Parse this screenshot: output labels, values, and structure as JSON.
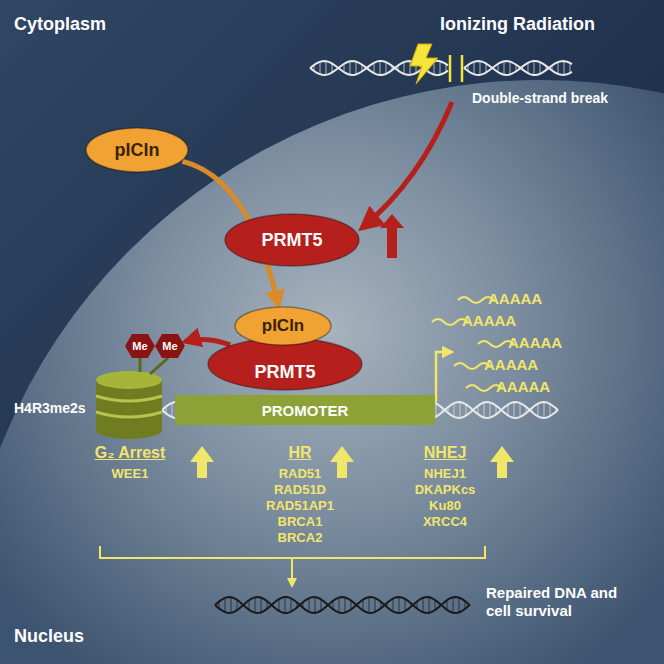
{
  "diagram": {
    "nodes": [
      {
        "text": [
          "pICln"
        ]
      },
      {
        "text": [
          "PRMT5"
        ]
      },
      {
        "text": [
          "pICln"
        ]
      },
      {
        "text": [
          "PRMT5"
        ]
      },
      {
        "text": [
          "Me"
        ]
      },
      {
        "text": [
          "Me"
        ]
      },
      {
        "text": [
          "PROMOTER"
        ]
      }
    ],
    "edges": [
      {
        "from": 0,
        "to": 2,
        "arrow": "to"
      },
      {
        "from": 3,
        "to": 5,
        "arrow": "to"
      }
    ],
    "labels": [
      "Cytoplasm",
      "Ionizing Radiation",
      "Double-strand break",
      "H4R3me2s",
      "AAAAA",
      "AAAAA",
      "AAAAA",
      "AAAAA",
      "AAAAA",
      "G₂ Arrest",
      "WEE1",
      "HR",
      "RAD51",
      "RAD51D",
      "RAD51AP1",
      "BRCA1",
      "BRCA2",
      "NHEJ",
      "NHEJ1",
      "DKAPKcs",
      "Ku80",
      "XRCC4",
      "Repaired DNA and cell survival",
      "Nucleus"
    ]
  }
}
